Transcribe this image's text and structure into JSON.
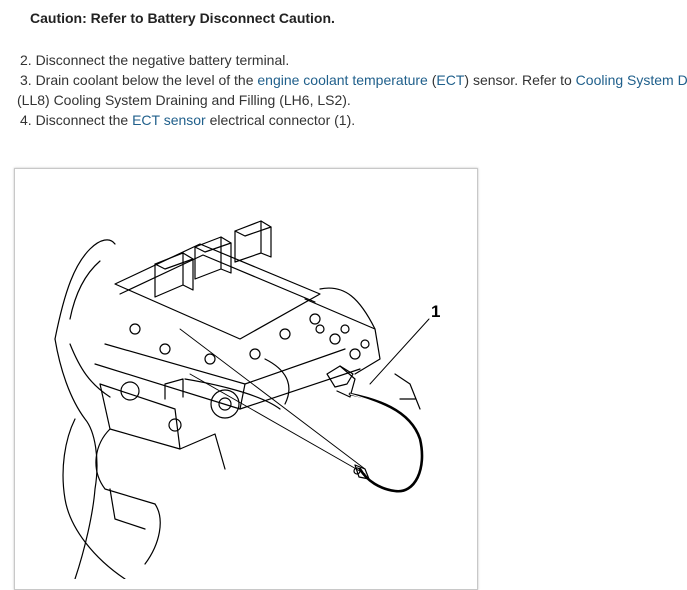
{
  "caution": "Caution: Refer to Battery Disconnect Caution.",
  "steps": {
    "s2": {
      "text": "2. Disconnect the negative battery terminal."
    },
    "s3": {
      "pre": "3. Drain coolant below the level of the ",
      "link1": "engine coolant temperature",
      "mid1": " (",
      "link2": "ECT",
      "mid2": ") sensor. Refer to ",
      "link3": "Cooling System D",
      "cont": "(LL8) Cooling System Draining and Filling (LH6, LS2)."
    },
    "s4": {
      "pre": "4. Disconnect the ",
      "link": "ECT sensor",
      "post": " electrical connector (1)."
    }
  },
  "figure": {
    "callout": "1"
  },
  "colors": {
    "link": "#1f5f8b",
    "text": "#333333"
  }
}
